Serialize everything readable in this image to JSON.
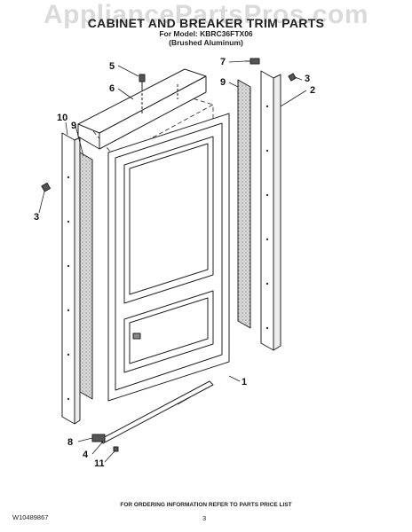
{
  "watermark": "AppliancePartsPros.com",
  "title": "CABINET AND BREAKER TRIM PARTS",
  "subtitle": "For Model: KBRC36FTX06",
  "subtitle2": "(Brushed Aluminum)",
  "callouts": {
    "c1": "1",
    "c2": "2",
    "c3a": "3",
    "c3b": "3",
    "c4": "4",
    "c5": "5",
    "c6": "6",
    "c7": "7",
    "c8": "8",
    "c9a": "9",
    "c9b": "9",
    "c10": "10",
    "c11": "11"
  },
  "footer_note": "FOR ORDERING INFORMATION REFER TO PARTS PRICE LIST",
  "doc_number": "W10489867",
  "page_number": "3"
}
